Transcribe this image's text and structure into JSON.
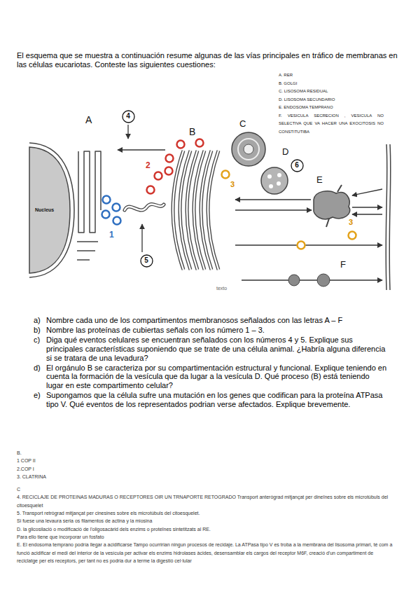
{
  "diagram": {
    "nodes": [
      {
        "text": [
          "4"
        ]
      },
      {
        "text": [
          "6"
        ]
      },
      {
        "text": [
          "5"
        ]
      }
    ],
    "labels": [
      "El esquema que se muestra a continuación resume algunas de las vías principales en tráfico de membranas en las células eucariotas. Conteste las siguientes cuestiones:",
      "A. RER",
      "B. GOLGI",
      "C. LISOSOMA RESIDUAL",
      "D. LISOSOMA SECUNDARIO",
      "E. ENDOSOMA TEMPRANO",
      "F. VESICULA SECRECION , VESICULA NO SELECTIVA QUE VA HACER UNA EXOCITOSIS NO CONSTITUTIBA",
      "A",
      "B",
      "C",
      "D",
      "E",
      "2",
      "3",
      "Nucleus",
      "1",
      "3",
      "F",
      "texto",
      "a)",
      "Nombre cada uno de los compartimentos membranosos señalados con las letras A – F",
      "b)",
      "Nombre las proteínas de cubiertas señals con los número 1 – 3.",
      "c)",
      "Diga qué eventos celulares se encuentran señalados con los números 4 y 5. Explique sus principales características suponiendo que se trate de una célula animal. ¿Habría alguna diferencia si se tratara de una levadura?",
      "d)",
      "El orgánulo B se caracteriza por su compartimentación estructural y funcional. Explique teniendo en cuenta la formación de la vesícula que da lugar a la vesícula D. Qué proceso (B) está teniendo lugar en este compartimento celular?",
      "e)",
      "Supongamos que la célula sufre una mutación en los genes que codifican para la proteína ATPasa tipo V. Qué eventos de los representados podrian verse afectados. Explique brevemente.",
      "B.",
      "1 COP II",
      "2.COP I",
      "3. CLATRINA",
      "C",
      "4. RECICLAJE DE PROTEINAS MADURAS O RECEPTORES OIR UN TRNAPORTE RETOGRADO Transport anterògrad mitjançat per dineïnes sobre els microtúbuls del citoesquelet",
      "5. Transport retrògrad mitjançat per cinesines sobre els microtúbuls del citoesquelet.",
      "Si fuese una levaura seria os filamentos de actina y la miosina",
      "D. la glicosilació o modificació de l'oligosacàrid dels enzims o proteïnes sintetitzats al RE.",
      "Para ello tiene que incorporar un fosfato",
      "E. El endosoma temprano podría llegar a acidificarse Tampo ocurririan ningun procesos de recidaje. La ATPasa tipo V es troba a la membrana del lisosoma primari, té com a funció acidificar el medi del interior de la vesícula per activar els enzims hidrolases àcides, desensamblar els cargos del receptor M6F, creació d'un compartiment de reciclatge per els receptors, per tant no es podria dur a terme la digestió cel·lular"
    ]
  }
}
